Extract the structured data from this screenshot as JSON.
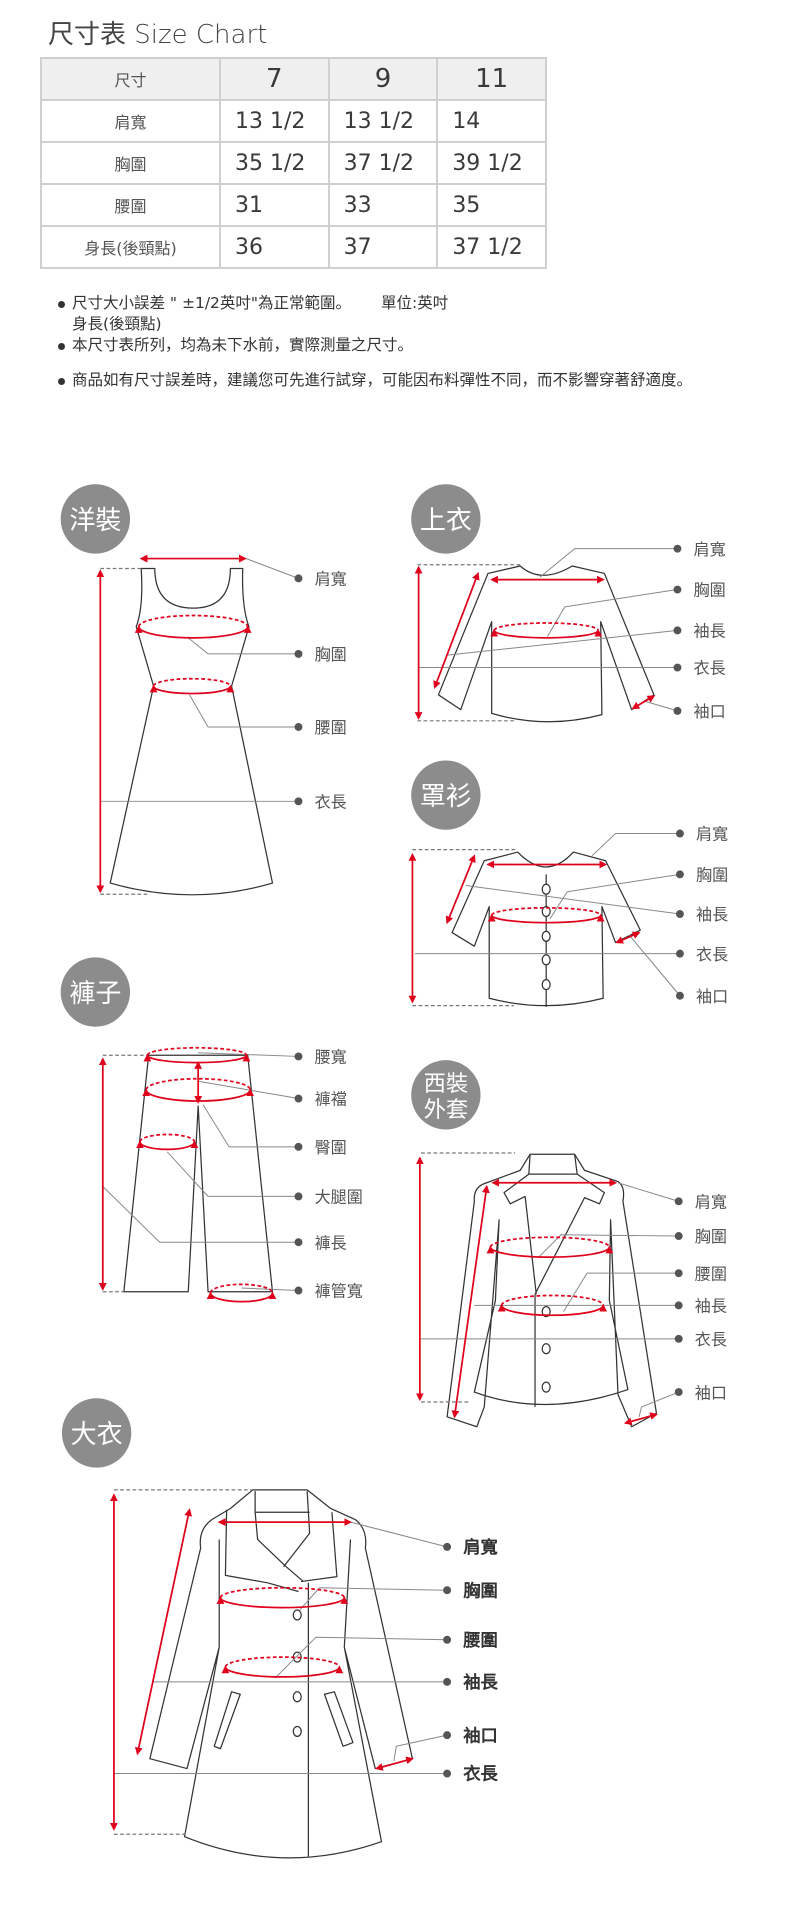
{
  "title": "尺寸表  Size Chart",
  "table": {
    "header": [
      "尺寸",
      "7",
      "9",
      "11"
    ],
    "rows": [
      {
        "label": "肩寬",
        "values": [
          "13  1/2",
          "13  1/2",
          "14"
        ]
      },
      {
        "label": "胸圍",
        "values": [
          "35  1/2",
          "37  1/2",
          "39  1/2"
        ]
      },
      {
        "label": "腰圍",
        "values": [
          "31",
          "33",
          "35"
        ]
      },
      {
        "label": "身長(後頸點)",
        "values": [
          "36",
          "37",
          "37  1/2"
        ]
      }
    ]
  },
  "notes": {
    "n1": "尺寸大小誤差 \" ±1/2英吋\"為正常範圍。",
    "unit": "單位:英吋",
    "n1b": "身長(後頸點)",
    "n2": "本尺寸表所列，均為未下水前，實際測量之尺寸。",
    "n3": "商品如有尺寸誤差時，建議您可先進行試穿，可能因布料彈性不同，而不影響穿著舒適度。"
  },
  "diagrams": {
    "dress": {
      "badge": "洋裝",
      "labels": [
        "肩寬",
        "胸圍",
        "腰圍",
        "衣長"
      ]
    },
    "top": {
      "badge": "上衣",
      "labels": [
        "肩寬",
        "胸圍",
        "袖長",
        "衣長",
        "袖口"
      ]
    },
    "blouse": {
      "badge": "罩衫",
      "labels": [
        "肩寬",
        "胸圍",
        "袖長",
        "衣長",
        "袖口"
      ]
    },
    "pants": {
      "badge": "褲子",
      "labels": [
        "腰寬",
        "褲襠",
        "臀圍",
        "大腿圍",
        "褲長",
        "褲管寬"
      ]
    },
    "suit": {
      "badge1": "西裝",
      "badge2": "外套",
      "labels": [
        "肩寬",
        "胸圍",
        "腰圍",
        "袖長",
        "衣長",
        "袖口"
      ]
    },
    "coat": {
      "badge": "大衣",
      "labels": [
        "肩寬",
        "胸圍",
        "腰圍",
        "袖長",
        "袖口",
        "衣長"
      ]
    }
  },
  "colors": {
    "measure": "#e0001b",
    "badge": "#8c8c8c",
    "outline": "#333333"
  }
}
